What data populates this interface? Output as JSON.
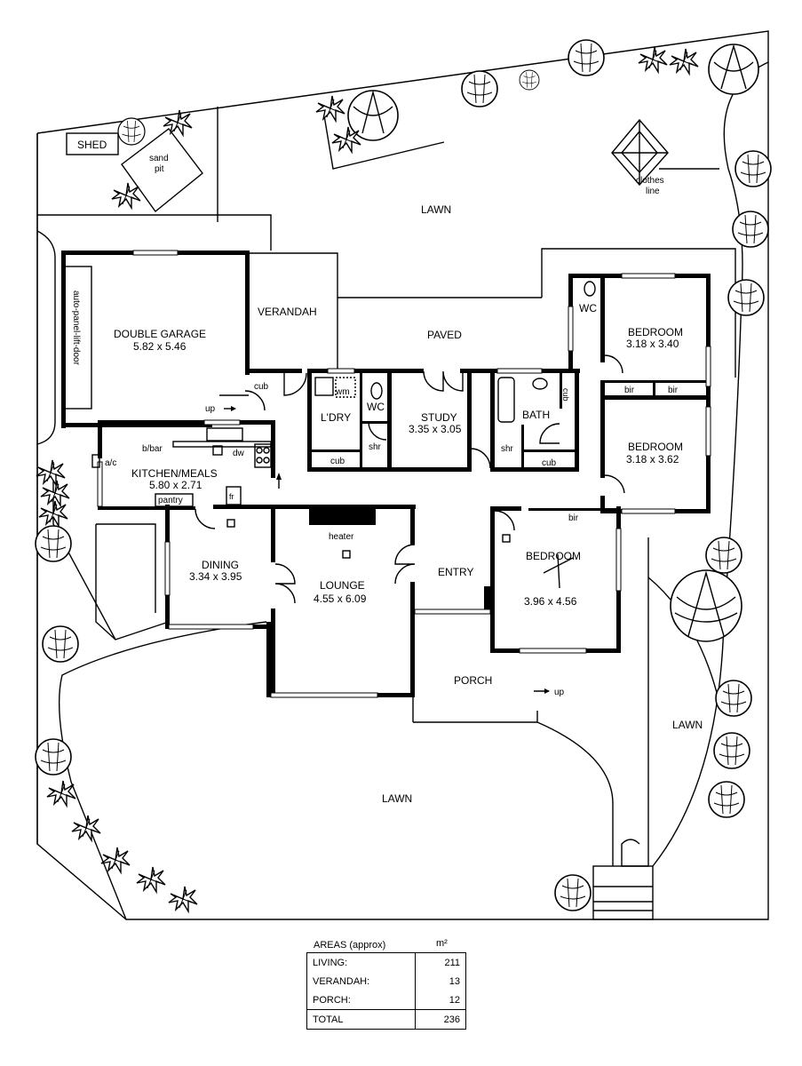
{
  "site": {
    "lawn_top": "LAWN",
    "lawn_right": "LAWN",
    "lawn_bottom": "LAWN",
    "shed": "SHED",
    "sand_pit_line1": "sand",
    "sand_pit_line2": "pit",
    "clothes_line1": "clothes",
    "clothes_line2": "line",
    "paved": "PAVED",
    "porch": "PORCH",
    "verandah": "VERANDAH",
    "up_label": "up"
  },
  "rooms": {
    "garage_name": "DOUBLE GARAGE",
    "garage_size": "5.82 x 5.46",
    "garage_door": "auto-panel-lift-door",
    "kitchen_name": "KITCHEN/MEALS",
    "kitchen_size": "5.80 x 2.71",
    "dining_name": "DINING",
    "dining_size": "3.34 x 3.95",
    "lounge_name": "LOUNGE",
    "lounge_size": "4.55 x 6.09",
    "heater": "heater",
    "study_name": "STUDY",
    "study_size": "3.35 x 3.05",
    "laundry_name": "L'DRY",
    "bath_name": "BATH",
    "entry_name": "ENTRY",
    "bed1_name": "BEDROOM",
    "bed1_size": "3.18 x 3.40",
    "bed2_name": "BEDROOM",
    "bed2_size": "3.18 x 3.62",
    "bed3_name": "BEDROOM",
    "bed3_size": "3.96 x 4.56"
  },
  "fixtures": {
    "cub": "cub",
    "wm": "wm",
    "wc": "WC",
    "shr": "shr",
    "bir": "bir",
    "bbar": "b/bar",
    "dw": "dw",
    "fr": "fr",
    "pantry": "pantry",
    "ac": "a/c"
  },
  "areas": {
    "title": "AREAS (approx)",
    "unit": "m²",
    "rows": [
      {
        "label": "LIVING:",
        "value": "211"
      },
      {
        "label": "VERANDAH:",
        "value": "13"
      },
      {
        "label": "PORCH:",
        "value": "12"
      }
    ],
    "total_label": "TOTAL",
    "total_value": "236"
  }
}
